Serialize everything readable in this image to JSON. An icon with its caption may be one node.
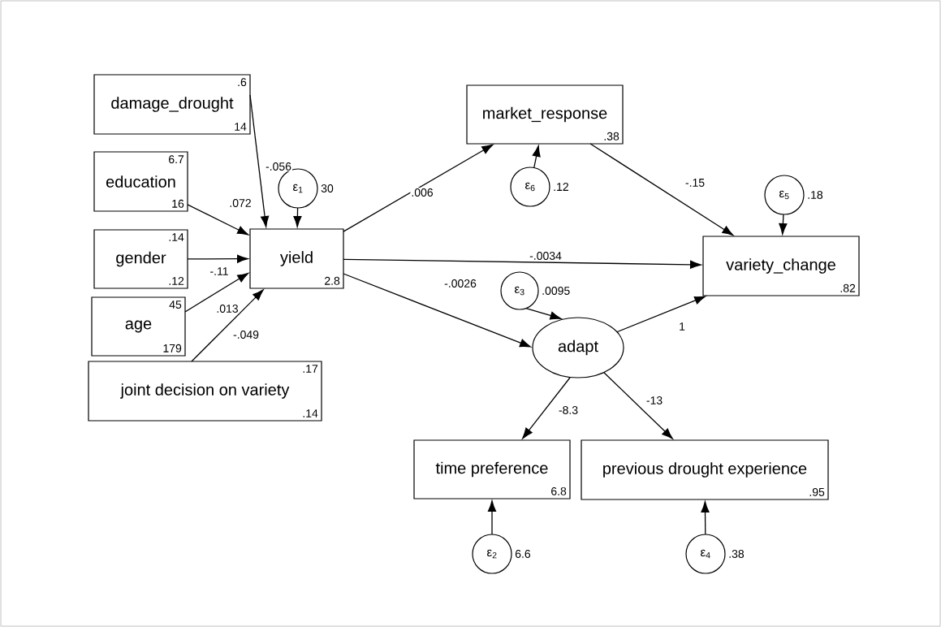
{
  "diagram": {
    "nodes": [
      {
        "text": [
          ".6",
          "damage_drought",
          "14"
        ]
      },
      {
        "text": [
          "6.7",
          "education",
          "16"
        ]
      },
      {
        "text": [
          ".14",
          "gender",
          ".12"
        ]
      },
      {
        "text": [
          "45",
          "age",
          "179"
        ]
      },
      {
        "text": [
          ".17",
          "joint decision on variety",
          ".14"
        ]
      },
      {
        "text": [
          "yield",
          "2.8"
        ]
      },
      {
        "text": [
          "ε$_{1}$"
        ],
        "beside": [
          "30"
        ]
      },
      {
        "text": [
          "market_response",
          ".38"
        ]
      },
      {
        "text": [
          "ε$_{6}$"
        ],
        "beside": [
          ".12"
        ]
      },
      {
        "text": [
          "ε$_{5}$"
        ],
        "beside": [
          ".18"
        ]
      },
      {
        "text": [
          "variety_change",
          ".82"
        ]
      },
      {
        "text": [
          "ε$_{3}$"
        ],
        "beside": [
          ".0095"
        ]
      },
      {
        "text": [
          "adapt"
        ]
      },
      {
        "text": [
          "time preference",
          "6.8"
        ]
      },
      {
        "text": [
          "previous drought experience",
          ".95"
        ]
      },
      {
        "text": [
          "ε$_{2}$"
        ],
        "beside": [
          "6.6"
        ]
      },
      {
        "text": [
          "ε$_{4}$"
        ],
        "beside": [
          ".38"
        ]
      }
    ],
    "edges": [
      {
        "from": 0,
        "to": 5,
        "arrow": "to",
        "label": "-.056"
      },
      {
        "from": 1,
        "to": 5,
        "arrow": "to",
        "label": ".072"
      },
      {
        "from": 2,
        "to": 5,
        "arrow": "to",
        "label": "-.11"
      },
      {
        "from": 3,
        "to": 5,
        "arrow": "to",
        "label": ".013"
      },
      {
        "from": 4,
        "to": 5,
        "arrow": "to",
        "label": "-.049"
      },
      {
        "from": 6,
        "to": 5,
        "arrow": "to"
      },
      {
        "from": 5,
        "to": 7,
        "arrow": "to",
        "label": ".006"
      },
      {
        "from": 8,
        "to": 7,
        "arrow": "to"
      },
      {
        "from": 7,
        "to": 10,
        "arrow": "to",
        "label": "-.15"
      },
      {
        "from": 9,
        "to": 10,
        "arrow": "to"
      },
      {
        "from": 5,
        "to": 10,
        "arrow": "to",
        "label": "-.0034"
      },
      {
        "from": 5,
        "to": 12,
        "arrow": "to",
        "label": "-.0026"
      },
      {
        "from": 11,
        "to": 12,
        "arrow": "to"
      },
      {
        "from": 12,
        "to": 10,
        "arrow": "to",
        "label": "1"
      },
      {
        "from": 12,
        "to": 13,
        "arrow": "to",
        "label": "-8.3"
      },
      {
        "from": 12,
        "to": 14,
        "arrow": "to",
        "label": "-13"
      },
      {
        "from": 15,
        "to": 13,
        "arrow": "to"
      },
      {
        "from": 16,
        "to": 14,
        "arrow": "to"
      }
    ]
  }
}
